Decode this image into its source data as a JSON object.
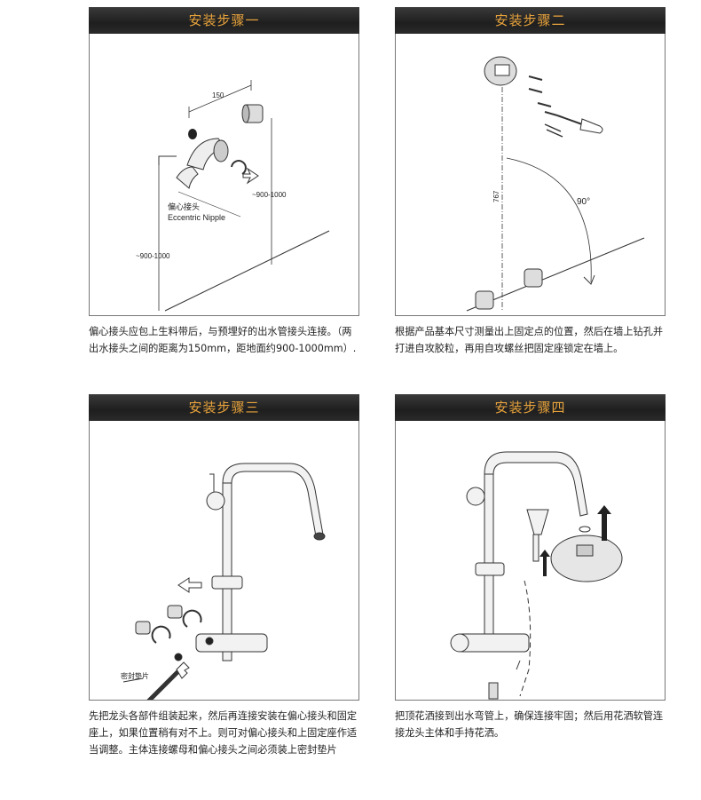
{
  "steps": [
    {
      "title": "安装步骤一",
      "desc": "偏心接头应包上生料带后，与预埋好的出水管接头连接。（两出水接头之间的距离为150mm，距地面约900-1000mm）.",
      "labels": {
        "spacing": "150",
        "height_right": "~900-1000",
        "height_left": "~900-1000",
        "part_cn": "偏心接头",
        "part_en": "Eccentric Nipple"
      }
    },
    {
      "title": "安装步骤二",
      "desc": "根据产品基本尺寸测量出上固定点的位置，然后在墙上钻孔并打进自攻胶粒，再用自攻螺丝把固定座锁定在墙上。",
      "labels": {
        "height": "767",
        "angle": "90°"
      }
    },
    {
      "title": "安装步骤三",
      "desc": "先把龙头各部件组装起来，然后再连接安装在偏心接头和固定座上，如果位置稍有对不上。则可对偏心接头和上固定座作适当调整。主体连接螺母和偏心接头之间必须装上密封垫片",
      "labels": {
        "gasket": "密封垫片"
      }
    },
    {
      "title": "安装步骤四",
      "desc": "把顶花洒接到出水弯管上，确保连接牢固；然后用花洒软管连接龙头主体和手持花洒。",
      "labels": {}
    }
  ]
}
